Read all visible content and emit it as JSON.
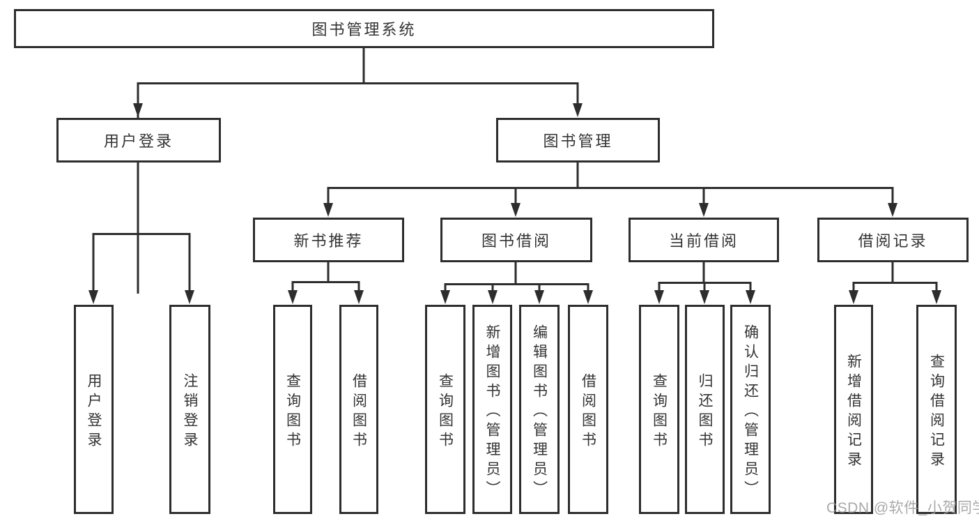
{
  "diagram": {
    "title": "图书管理系统",
    "user_branch": {
      "label": "用户登录",
      "children": [
        "用户登录",
        "注销登录"
      ]
    },
    "mgmt_branch": {
      "label": "图书管理",
      "groups": [
        {
          "label": "新书推荐",
          "children": [
            "查询图书",
            "借阅图书"
          ]
        },
        {
          "label": "图书借阅",
          "children": [
            "查询图书",
            "新增图书（管理员）",
            "编辑图书（管理员）",
            "借阅图书"
          ]
        },
        {
          "label": "当前借阅",
          "children": [
            "查询图书",
            "归还图书",
            "确认归还（管理员）"
          ]
        },
        {
          "label": "借阅记录",
          "children": [
            "新增借阅记录",
            "查询借阅记录"
          ]
        }
      ]
    }
  },
  "colors": {
    "line": "#2d2d2d",
    "node_text": "#333333",
    "watermark_text": "#9b9b9b",
    "background": "#ffffff"
  },
  "watermark": "CSDN @软件_小贺同学"
}
